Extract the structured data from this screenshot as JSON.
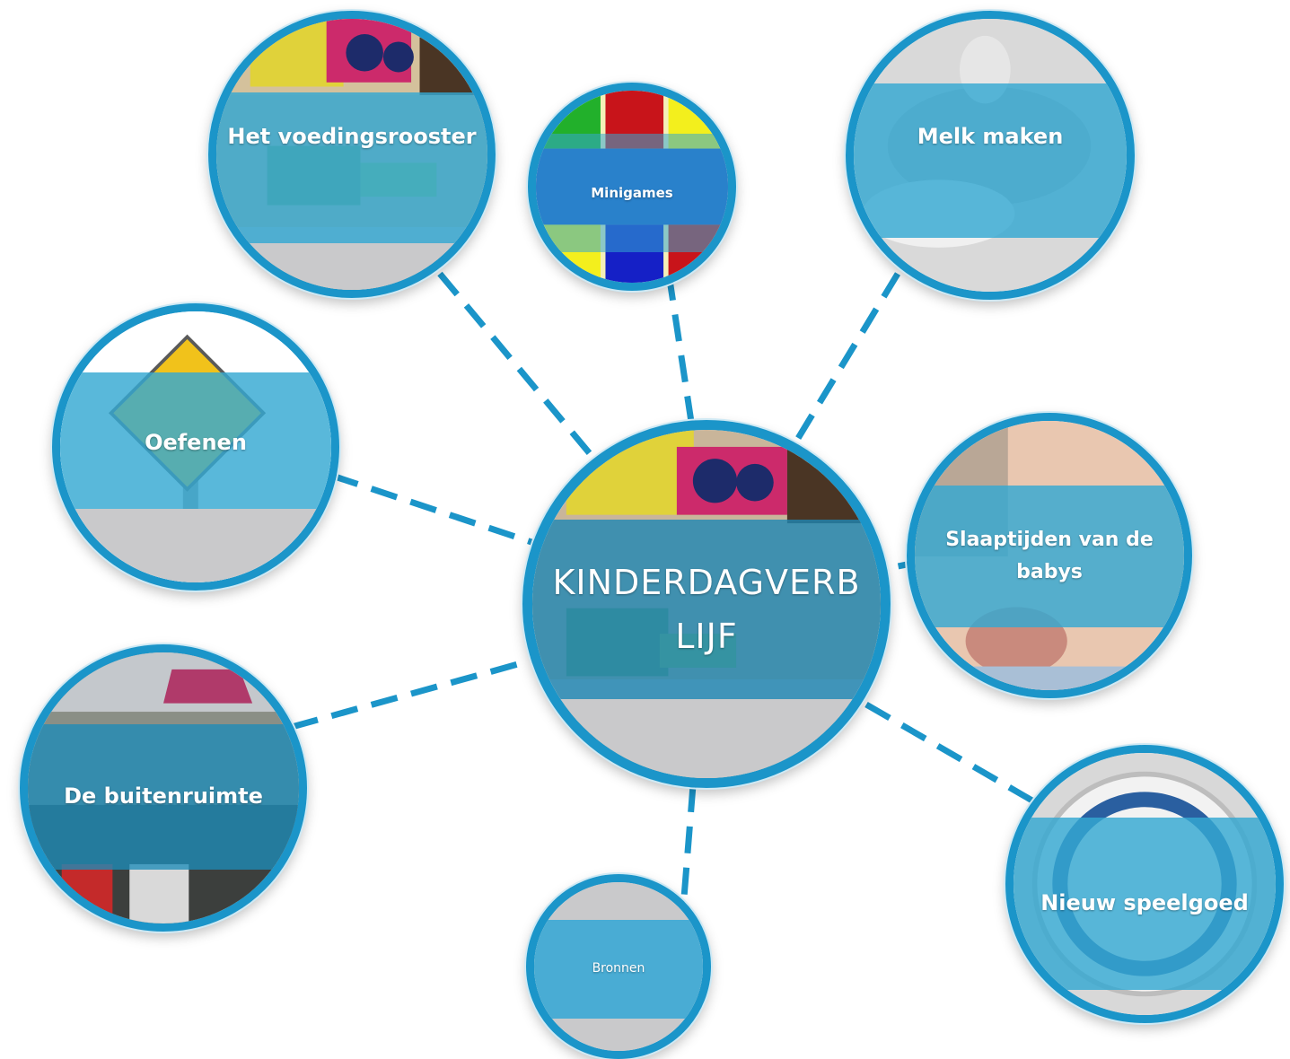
{
  "title": "KINDERDAGVERBLIJF",
  "colors": {
    "ring": "#1b95c9",
    "band": "#34a8d2",
    "connector": "#1b95c9",
    "gray": "#c9c9cb"
  },
  "nodes": {
    "center": {
      "label": "KINDERDAGVERBLIJF",
      "image": "daycare-playroom-photo"
    },
    "voedingsrooster": {
      "label": "Het voedingsrooster",
      "image": "daycare-playroom-photo"
    },
    "minigames": {
      "label": "Minigames",
      "image": "colored-grid-icon"
    },
    "melk": {
      "label": "Melk maken",
      "image": "baby-feet-photo"
    },
    "oefenen": {
      "label": "Oefenen",
      "image": "practice-sign-icon"
    },
    "slaaptijden": {
      "label": "Slaaptijden van de babys",
      "image": "sleeping-baby-photo"
    },
    "buitenruimte": {
      "label": "De buitenruimte",
      "image": "playground-photo"
    },
    "speelgoed": {
      "label": "Nieuw speelgoed",
      "image": "lipton-tea-tin-photo"
    },
    "bronnen": {
      "label": "Bronnen",
      "image": ""
    }
  }
}
